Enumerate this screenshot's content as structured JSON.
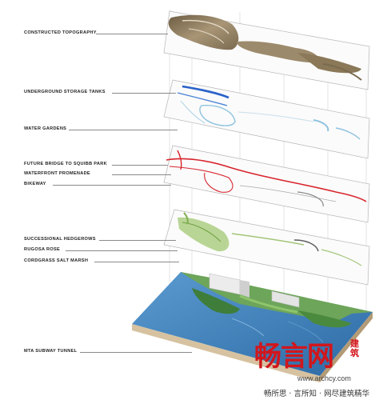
{
  "labels": {
    "constructed_topography": "CONSTRUCTED TOPOGRAPHY",
    "underground_storage_tanks": "UNDERGROUND STORAGE TANKS",
    "water_gardens": "WATER GARDENS",
    "future_bridge": "FUTURE BRIDGE TO SQUIBB PARK",
    "waterfront_promenade": "WATERFRONT PROMENADE",
    "bikeway": "BIKEWAY",
    "successional_hedgerows": "SUCCESSIONAL HEDGEROWS",
    "rugosa_rose": "RUGOSA ROSE",
    "cordgrass_salt_marsh": "CORDGRASS SALT MARSH",
    "mta_subway_tunnel": "MTA SUBWAY TUNNEL"
  },
  "watermark": {
    "logo": "畅言网",
    "side": "建筑",
    "url": "www.archcy.com",
    "slogan": "畅所思 · 言所知 · 网尽建筑精华"
  },
  "colors": {
    "topography": "#8c7a5e",
    "storage": "#2a62c9",
    "water_garden": "#8fc3df",
    "bikeway": "#d8242c",
    "hedgerow": "#8bb55a",
    "water": "#3d7fb8",
    "watermark": "#d2161c"
  }
}
